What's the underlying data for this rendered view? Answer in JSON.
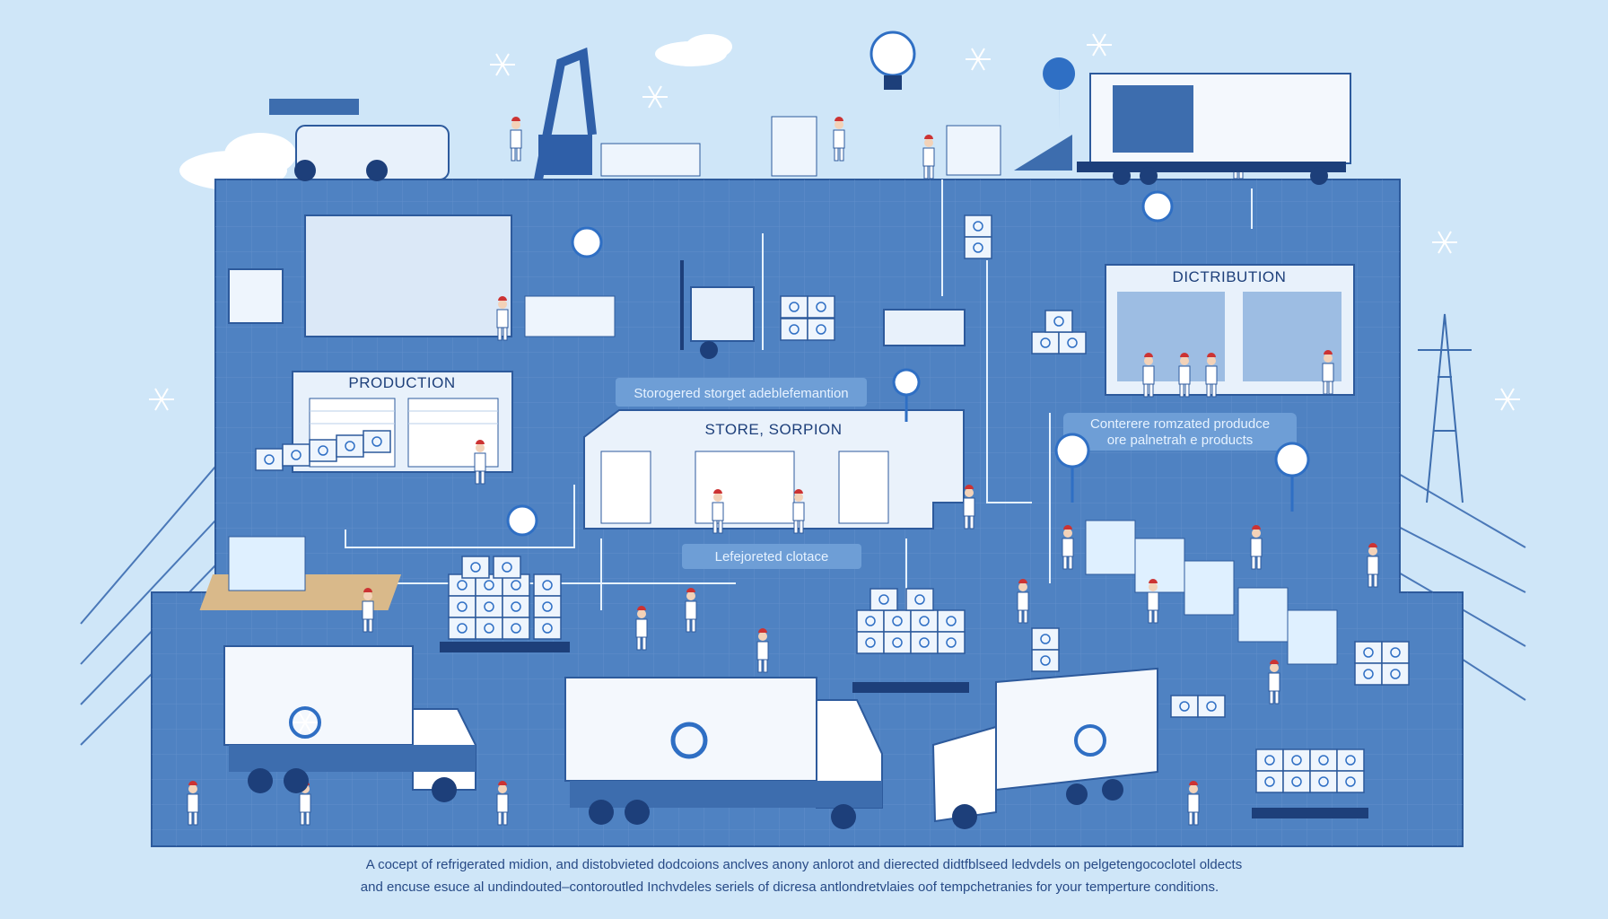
{
  "labels": {
    "production": "PRODUCTION",
    "store": "STORE, SORPION",
    "distribution": "DICTRIBUTION",
    "storage_note": "Storogered storget adeblefemantion",
    "distribution_note_1": "Conterere romzated produdce",
    "distribution_note_2": "ore palnetrah e products",
    "dock_note": "Lefejoreted clotace"
  },
  "caption": {
    "line1": "A cocept of refrigerated midion, and distobvieted dodcoions anclves anony anlorot and dierected didtfblseed ledvdels on pelgetengococlotel oldects",
    "line2": "and encuse esuce al undindouted–contoroutled Inchvdeles seriels of dicresa antlondretvlaies oof tempchetranies for your temperture conditions."
  },
  "colors": {
    "background": "#cfe6f8",
    "panel": "#4f82c2",
    "panel_dark": "#3d6dae",
    "building": "#e8f1fb",
    "accent": "#1f5fb8",
    "text": "#1d3f7a"
  },
  "icons": [
    "snowflake-icon",
    "location-pin-icon",
    "lightbulb-icon",
    "plus-circle-icon",
    "truck-icon",
    "pallet-icon",
    "forklift-icon"
  ]
}
